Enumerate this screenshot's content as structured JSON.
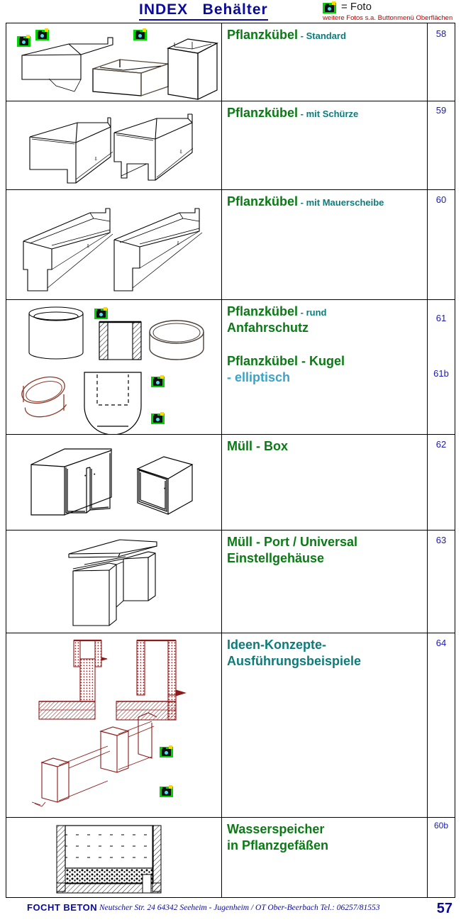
{
  "header": {
    "title": "INDEX   Behälter",
    "foto_equals": "= Foto",
    "foto_note": "weitere Fotos s.a. Buttonmenü Oberflächen",
    "camera_icon_name": "camera-icon"
  },
  "colors": {
    "title_blue": "#0a0a9c",
    "green": "#0a7a14",
    "teal": "#0e7b7b",
    "light_blue": "#3aa3c9",
    "page_blue": "#1a1ab4",
    "note_red": "#c00000",
    "camera_green": "#00d400",
    "drawing_dark_red": "#8b1a1a"
  },
  "rows": [
    {
      "id": "row-pflanzkuebel-standard",
      "title_main": "Pflanzkübel",
      "title_suffix": " - Standard",
      "page": "58",
      "camera_count": 3
    },
    {
      "id": "row-pflanzkuebel-schuerze",
      "title_main": "Pflanzkübel",
      "title_suffix": " - mit Schürze",
      "page": "59",
      "camera_count": 0
    },
    {
      "id": "row-pflanzkuebel-mauerscheibe",
      "title_main": "Pflanzkübel",
      "title_suffix": " - mit Mauerscheibe",
      "page": "60",
      "camera_count": 0
    },
    {
      "id": "row-pflanzkuebel-rund-kugel",
      "title_main": "Pflanzkübel",
      "title_suffix": " - rund",
      "title_line2": "Anfahrschutz",
      "title2_main": "Pflanzkübel - Kugel",
      "title2_line2": "- elliptisch",
      "page": "61",
      "page2": "61b",
      "camera_count": 3
    },
    {
      "id": "row-muell-box",
      "title_main": "Müll - Box",
      "title_suffix": "",
      "page": "62",
      "camera_count": 0
    },
    {
      "id": "row-muell-port",
      "title_main": "Müll - Port / Universal",
      "title_line2": "Einstellgehäuse",
      "page": "63",
      "camera_count": 0
    },
    {
      "id": "row-ideen-konzepte",
      "title_main": "Ideen-Konzepte-",
      "title_line2": "Ausführungsbeispiele",
      "page": "64",
      "camera_count": 2
    },
    {
      "id": "row-wasserspeicher",
      "title_main": "Wasserspeicher",
      "title_line2": "in Pflanzgefäßen",
      "page": "60b",
      "camera_count": 0
    }
  ],
  "footer": {
    "brand": "FOCHT BETON",
    "address": "Neutscher Str. 24   64342 Seeheim - Jugenheim / OT Ober-Beerbach  Tel.: 06257/81553",
    "page": "57"
  }
}
